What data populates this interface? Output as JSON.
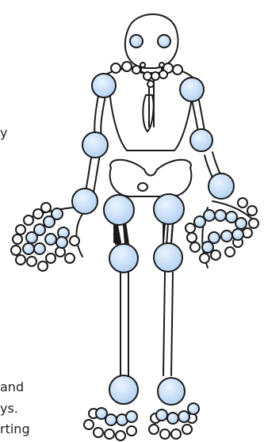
{
  "text_fragments": {
    "y": "y",
    "and": "and",
    "ys": "ys.",
    "rting": "rting"
  },
  "colors": {
    "joint_fill": "#b4d2f4",
    "joint_highlight": "#eaf4fe",
    "joint_stroke": "#1a1a1a",
    "bone_stroke": "#1a1a1a",
    "bone_fill": "#ffffff",
    "background": "#ffffff"
  },
  "figure": {
    "subject": "skeleton-joints",
    "joint_style": "light-blue-circle"
  }
}
